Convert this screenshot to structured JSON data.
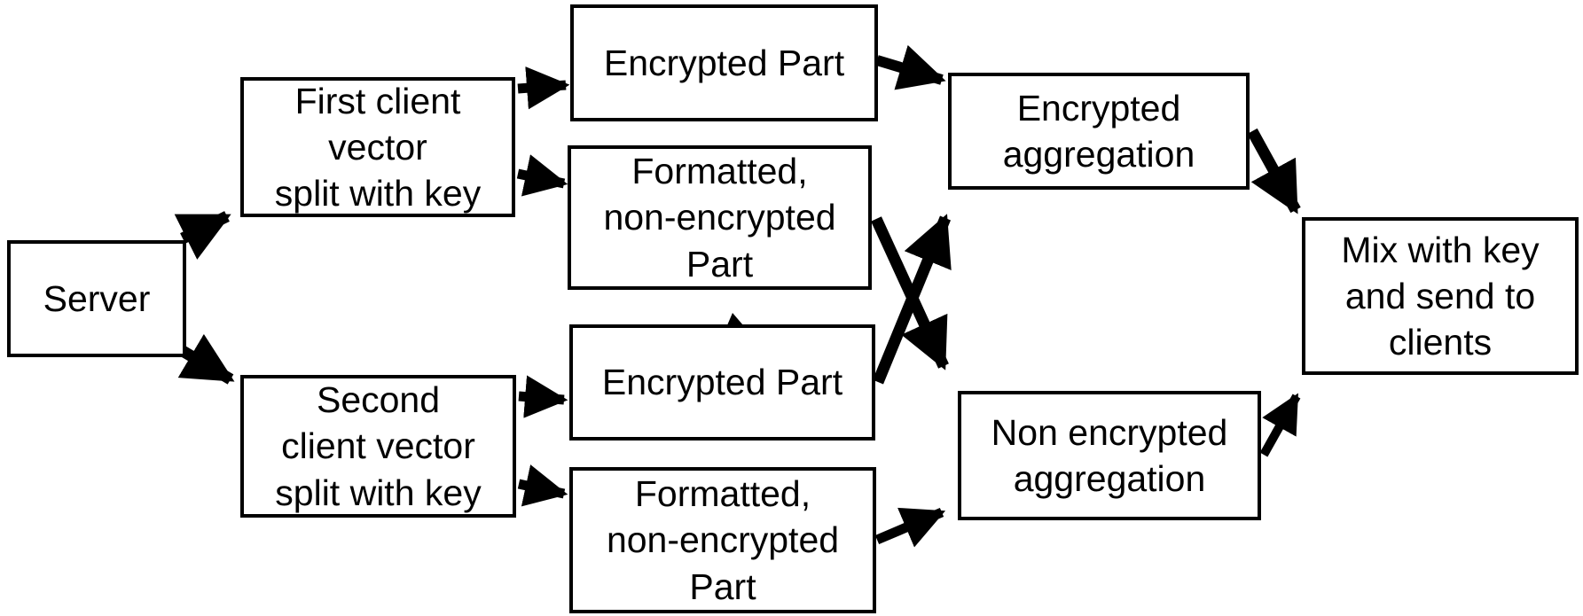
{
  "diagram": {
    "background_color": "#ffffff",
    "box_border_color": "#000000",
    "text_color": "#000000",
    "arrow_color": "#000000",
    "nodes": {
      "server": {
        "label": "Server"
      },
      "first_client": {
        "label": "First client\nvector\nsplit with key"
      },
      "second_client": {
        "label": "Second\nclient vector\nsplit with key"
      },
      "encrypted_part_top": {
        "label": "Encrypted Part"
      },
      "formatted_part_top": {
        "label": "Formatted,\nnon-encrypted\nPart"
      },
      "encrypted_part_bottom": {
        "label": "Encrypted Part"
      },
      "formatted_part_bottom": {
        "label": "Formatted,\nnon-encrypted\nPart"
      },
      "encrypted_aggregation": {
        "label": "Encrypted\naggregation"
      },
      "non_encrypted_aggregation": {
        "label": "Non encrypted\naggregation"
      },
      "mix_with_key": {
        "label": "Mix with key\nand send to\nclients"
      }
    },
    "edges": [
      {
        "from": "server",
        "to": "first_client"
      },
      {
        "from": "server",
        "to": "second_client"
      },
      {
        "from": "first_client",
        "to": "encrypted_part_top"
      },
      {
        "from": "first_client",
        "to": "formatted_part_top"
      },
      {
        "from": "second_client",
        "to": "encrypted_part_bottom"
      },
      {
        "from": "second_client",
        "to": "formatted_part_bottom"
      },
      {
        "from": "encrypted_part_top",
        "to": "encrypted_aggregation"
      },
      {
        "from": "encrypted_part_bottom",
        "to": "encrypted_aggregation"
      },
      {
        "from": "formatted_part_top",
        "to": "non_encrypted_aggregation"
      },
      {
        "from": "formatted_part_bottom",
        "to": "non_encrypted_aggregation"
      },
      {
        "from": "encrypted_aggregation",
        "to": "mix_with_key"
      },
      {
        "from": "non_encrypted_aggregation",
        "to": "mix_with_key"
      }
    ]
  }
}
